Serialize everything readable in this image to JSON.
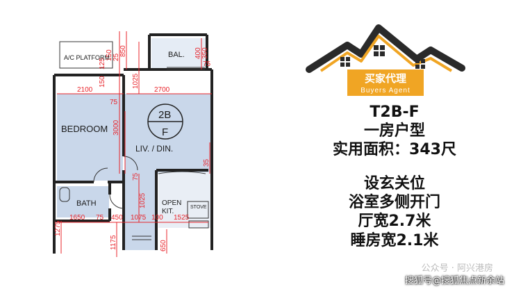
{
  "floorplan": {
    "dims": {
      "d850": "850",
      "d1025": "1025",
      "d1025b": "1025",
      "d150": "150",
      "d25": "25",
      "d125": "125",
      "d400": "400",
      "d350": "350",
      "d75a": "75",
      "d75b": "75",
      "d75c": "75",
      "d75d": "75",
      "d2100": "2100",
      "d2700": "2700",
      "d3000": "3000",
      "d1650": "1650",
      "d450": "450",
      "d1075": "1075",
      "d100": "100",
      "d1525": "1525",
      "d1175": "1175",
      "d650": "650",
      "d1275": "1275",
      "d35": "35",
      "d150b": "150"
    },
    "rooms": {
      "ac": "A/C PLATFORM",
      "bal": "BAL.",
      "bedroom": "BEDROOM",
      "code_top": "2B",
      "code_bottom": "F",
      "liv": "LIV. / DIN.",
      "bath": "BATH",
      "open": "OPEN",
      "kit": "KIT.",
      "stove": "STOVE"
    }
  },
  "brand": {
    "name_cn": "买家代理",
    "name_en": "Buyers Agent",
    "roof_color": "#2a2a2a",
    "accent_color": "#f0a524"
  },
  "info": {
    "unit_code": "T2B-F",
    "layout_type": "一房户型",
    "area": "实用面积：343尺",
    "features": [
      "设玄关位",
      "浴室多侧开门",
      "厅宽2.7米",
      "睡房宽2.1米"
    ]
  },
  "watermarks": {
    "line1": "公众号 · 阿兴港房",
    "line2": "搜狐号@搜狐焦点新余站"
  }
}
